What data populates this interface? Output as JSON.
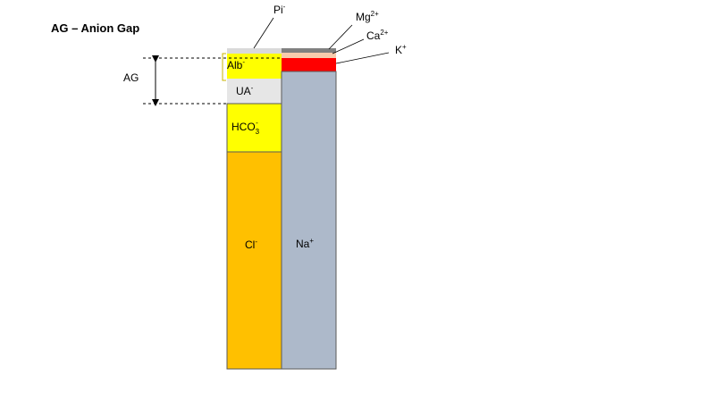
{
  "title": "AG – Anion Gap",
  "ag_label": "AG",
  "colors": {
    "chloride": "#FFC000",
    "bicarbonate": "#FFFF00",
    "unmeasured_anions": "#E6E6E6",
    "albumin": "#FFFF00",
    "phosphate": "#D9D9D9",
    "sodium": "#ADB9CA",
    "potassium": "#FF0000",
    "calcium": "#F8CBAD",
    "magnesium": "#808080"
  },
  "anions": [
    {
      "key": "pi",
      "base": "Pi",
      "sub": "",
      "sup": "-"
    },
    {
      "key": "alb",
      "base": "Alb",
      "sub": "",
      "sup": "-"
    },
    {
      "key": "ua",
      "base": "UA",
      "sub": "",
      "sup": "-"
    },
    {
      "key": "hco3",
      "base": "HCO",
      "sub": "3",
      "sup": "-"
    },
    {
      "key": "cl",
      "base": "Cl",
      "sub": "",
      "sup": "-"
    }
  ],
  "cations": [
    {
      "key": "mg",
      "base": "Mg",
      "sup": "2+"
    },
    {
      "key": "ca",
      "base": "Ca",
      "sup": "2+"
    },
    {
      "key": "k",
      "base": "K",
      "sup": "+"
    },
    {
      "key": "na",
      "base": "Na",
      "sup": "+"
    }
  ]
}
